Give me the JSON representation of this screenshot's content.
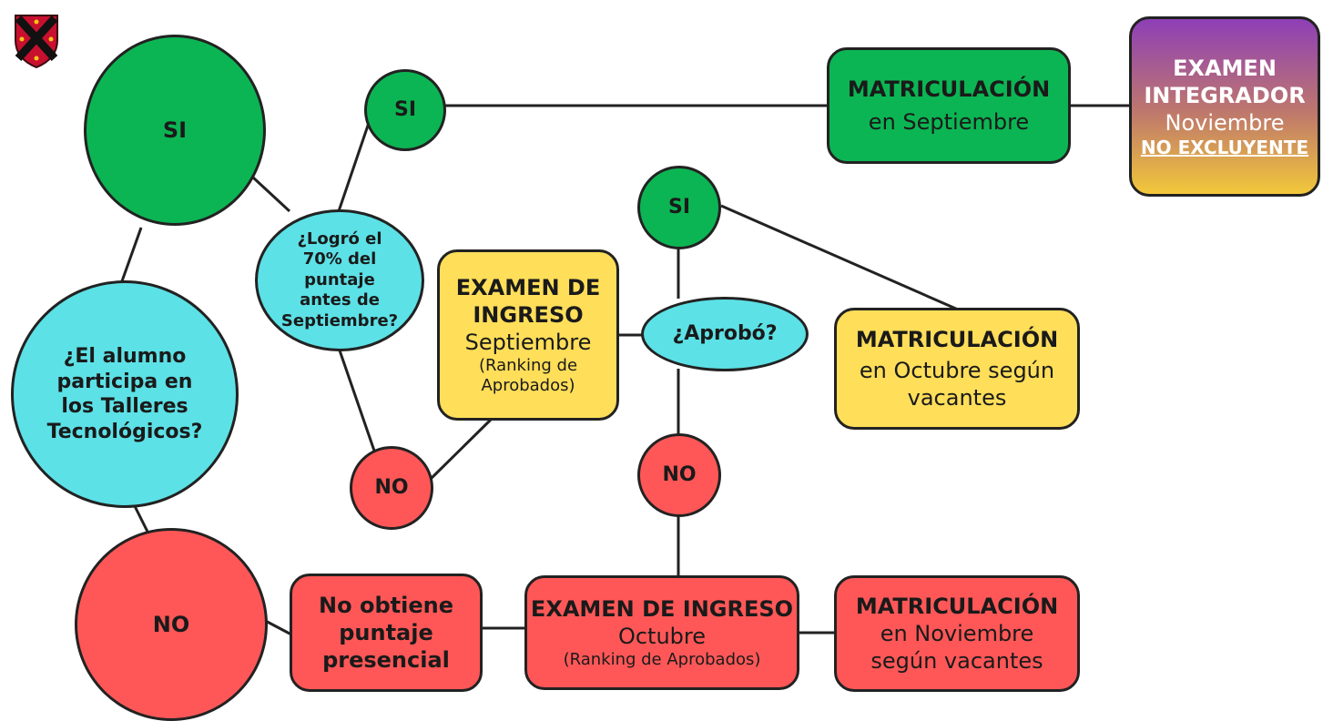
{
  "nodes": {
    "si_big": "SI",
    "question_talleres": "¿El alumno participa en los Talleres Tecnológicos?",
    "no_big": "NO",
    "question_70": "¿Logró el 70% del puntaje antes de Septiembre?",
    "si_mid": "SI",
    "no_mid": "NO",
    "mat_sep": {
      "title": "MATRICULACIÓN",
      "sub": "en Septiembre"
    },
    "examen_integrador": {
      "line1": "EXAMEN",
      "line2": "INTEGRADOR",
      "line3": "Noviembre",
      "line4": "NO EXCLUYENTE"
    },
    "examen_sep": {
      "title1": "EXAMEN DE",
      "title2": "INGRESO",
      "sub": "Septiembre",
      "note": "(Ranking de Aprobados)"
    },
    "aprobo": "¿Aprobó?",
    "si_right": "SI",
    "no_right": "NO",
    "mat_oct": {
      "title": "MATRICULACIÓN",
      "sub": "en Octubre según vacantes"
    },
    "no_puntaje": "No obtiene puntaje presencial",
    "examen_oct": {
      "title": "EXAMEN DE INGRESO",
      "sub": "Octubre",
      "note": "(Ranking de Aprobados)"
    },
    "mat_nov": {
      "title": "MATRICULACIÓN",
      "sub1": "en Noviembre",
      "sub2": "según vacantes"
    }
  },
  "colors": {
    "green": "#0cb553",
    "cyan": "#5ce1e6",
    "red": "#ff5757",
    "yellow": "#ffde59",
    "purple_top": "#8e3fb7",
    "purple_bottom": "#f2c83a",
    "outline": "#222222"
  },
  "icons": {
    "logo": "crest-shield-icon"
  }
}
